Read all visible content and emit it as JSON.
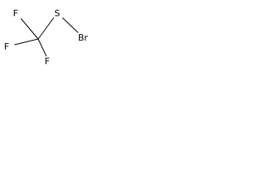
{
  "molecule": {
    "atoms": {
      "f_top": "F",
      "f_left": "F",
      "f_bottom": "F",
      "sulfur": "S",
      "bromine": "Br"
    },
    "colors": {
      "bond": "#000000",
      "label": "#000000",
      "background": "#ffffff"
    }
  }
}
